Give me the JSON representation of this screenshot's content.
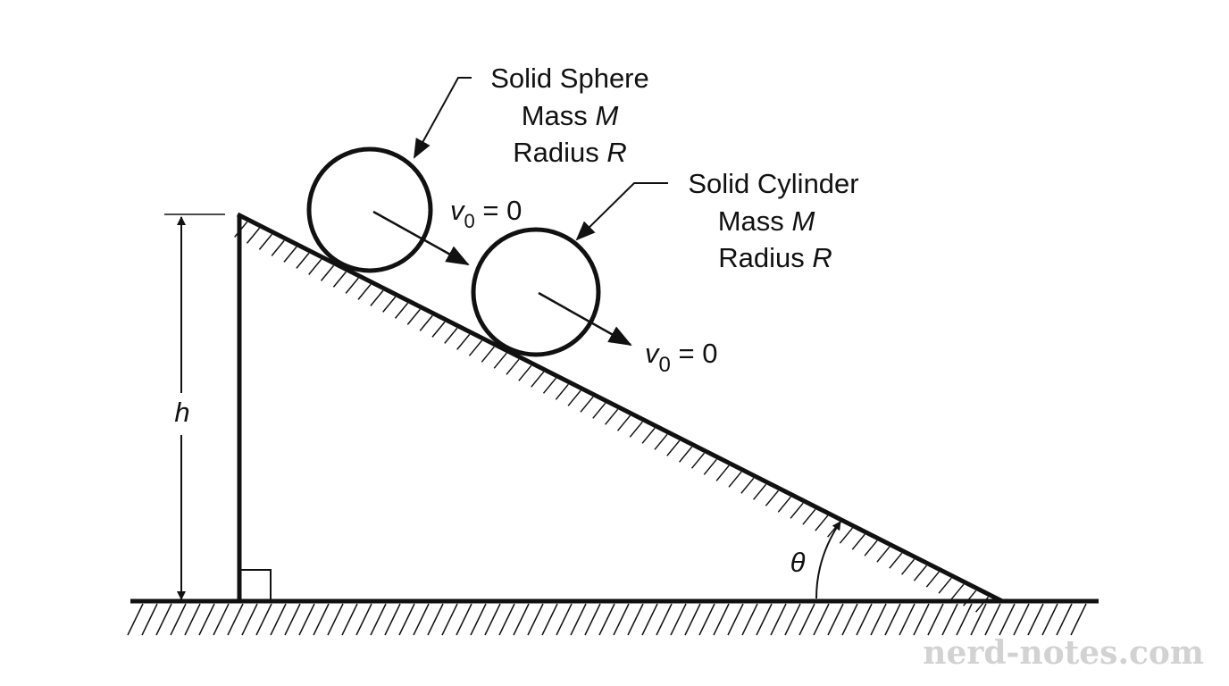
{
  "sphere_label": {
    "line1": "Solid Sphere",
    "mass_word": "Mass",
    "mass_sym": "M",
    "radius_word": "Radius",
    "radius_sym": "R"
  },
  "cylinder_label": {
    "line1": "Solid Cylinder",
    "mass_word": "Mass",
    "mass_sym": "M",
    "radius_word": "Radius",
    "radius_sym": "R"
  },
  "velocity": {
    "symbol": "v",
    "subscript": "0",
    "equals_value": "= 0"
  },
  "height_symbol": "h",
  "angle_symbol": "θ",
  "watermark": "nerd-notes.com",
  "colors": {
    "ink": "#111111",
    "watermark": "#d2d2d2",
    "background": "#ffffff"
  }
}
